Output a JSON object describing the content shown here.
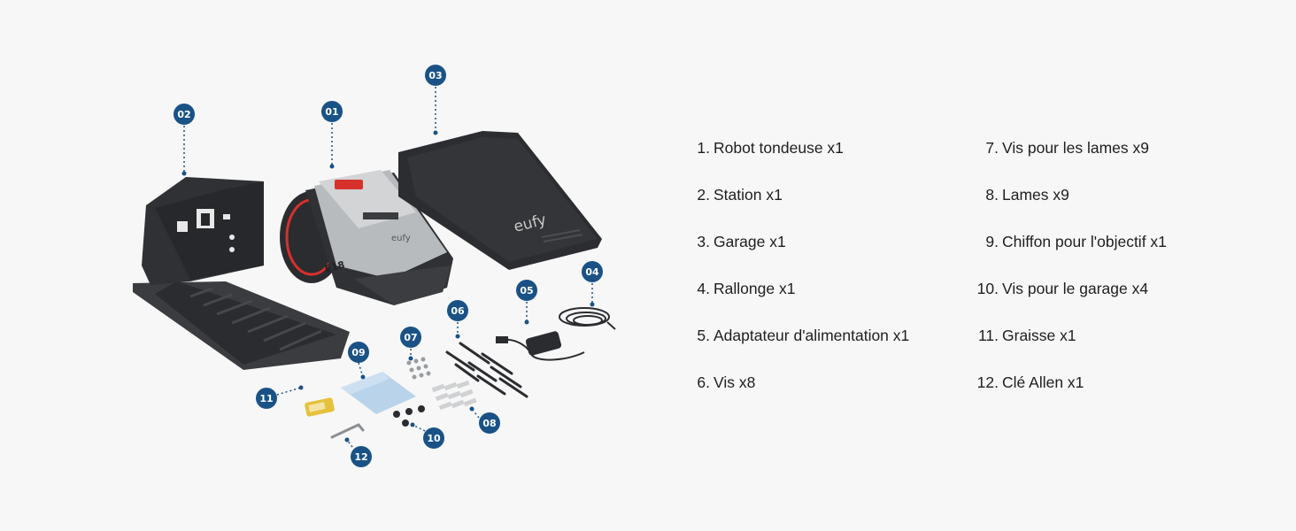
{
  "brand": {
    "logo_text": "eufy",
    "model_text": "E18"
  },
  "badges": [
    "01",
    "02",
    "03",
    "04",
    "05",
    "06",
    "07",
    "08",
    "09",
    "10",
    "11",
    "12"
  ],
  "items_col1": [
    {
      "num": "1.",
      "label": "Robot tondeuse x1"
    },
    {
      "num": "2.",
      "label": "Station x1"
    },
    {
      "num": "3.",
      "label": "Garage x1"
    },
    {
      "num": "4.",
      "label": "Rallonge x1"
    },
    {
      "num": "5.",
      "label": "Adaptateur d'alimentation x1"
    },
    {
      "num": "6.",
      "label": "Vis x8"
    }
  ],
  "items_col2": [
    {
      "num": "7.",
      "label": "Vis pour les lames x9"
    },
    {
      "num": "8.",
      "label": "Lames x9"
    },
    {
      "num": "9.",
      "label": "Chiffon pour l'objectif x1"
    },
    {
      "num": "10.",
      "label": "Vis pour le garage x4"
    },
    {
      "num": "11.",
      "label": "Graisse x1"
    },
    {
      "num": "12.",
      "label": "Clé Allen x1"
    }
  ],
  "colors": {
    "badge": "#1a5286",
    "product_dark": "#2b2d30",
    "product_silver": "#b8bbbe",
    "accent_red": "#d7312c"
  }
}
